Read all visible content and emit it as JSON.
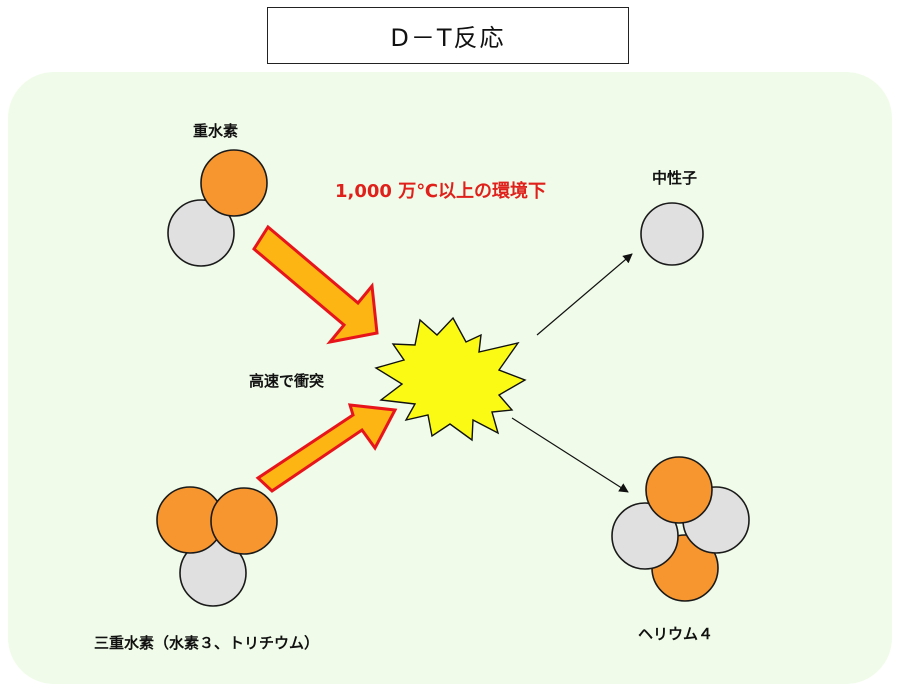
{
  "title": "D－T反応",
  "labels": {
    "deuterium": "重水素",
    "tritium": "三重水素（水素３、トリチウム）",
    "collision": "高速で衝突",
    "condition": "1,000 万℃以上の環境下",
    "neutron": "中性子",
    "helium": "ヘリウム４"
  },
  "colors": {
    "proton": "#f7962f",
    "neutron": "#e0e0e0",
    "arrow_fill": "#fcb513",
    "arrow_stroke": "#e8141c",
    "burst_fill": "#fafa14",
    "condition_text": "#e0201b",
    "panel_bg": "#f0fce9"
  }
}
